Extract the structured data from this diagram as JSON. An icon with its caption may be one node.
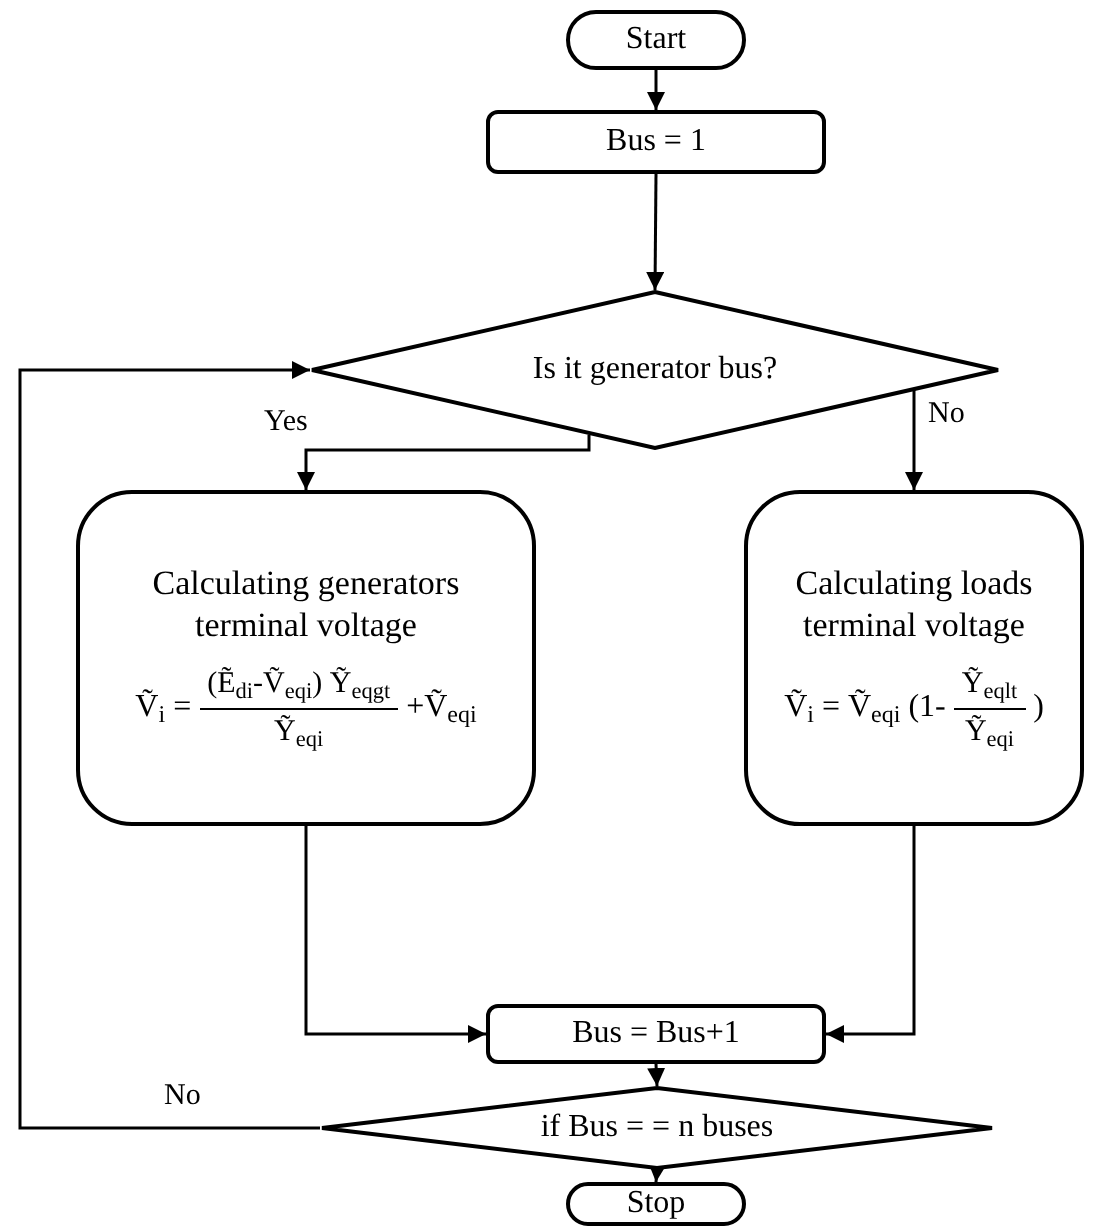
{
  "diagram": {
    "nodes": [
      {
        "text": [
          "Start"
        ]
      },
      {
        "text": [
          "Bus = 1"
        ]
      },
      {
        "text": [
          "Is it generator bus?"
        ]
      },
      {
        "text": [
          "Calculating generators terminal voltage",
          "Ṽ$_{i}$ =",
          "(Ẽ$_{di}$-Ṽ$_{eqi}$) Ỹ$_{eqgt}$",
          "Ỹ$_{eqi}$",
          "+Ṽ$_{eqi}$"
        ]
      },
      {
        "text": [
          "Calculating loads terminal voltage",
          "Ṽ$_{i}$ = Ṽ$_{eqi}$ (1-",
          "Ỹ$_{eqlt}$",
          "Ỹ$_{eqi}$",
          ")"
        ]
      },
      {
        "text": [
          "Bus = Bus+1"
        ]
      },
      {
        "text": [
          "if Bus = = n buses"
        ]
      },
      {
        "text": [
          "Stop"
        ]
      }
    ],
    "edges": [
      {
        "from": 0,
        "to": 1,
        "arrow": "to"
      },
      {
        "from": 1,
        "to": 2,
        "arrow": "to"
      },
      {
        "from": 2,
        "to": 3,
        "arrow": "to",
        "label": "Yes"
      },
      {
        "from": 2,
        "to": 4,
        "arrow": "to",
        "label": "No"
      },
      {
        "from": 3,
        "to": 5,
        "arrow": "to"
      },
      {
        "from": 4,
        "to": 5,
        "arrow": "to"
      },
      {
        "from": 5,
        "to": 6,
        "arrow": "to"
      },
      {
        "from": 6,
        "to": 2,
        "arrow": "to",
        "label": "No"
      },
      {
        "from": 6,
        "to": 7,
        "arrow": "to"
      }
    ]
  }
}
